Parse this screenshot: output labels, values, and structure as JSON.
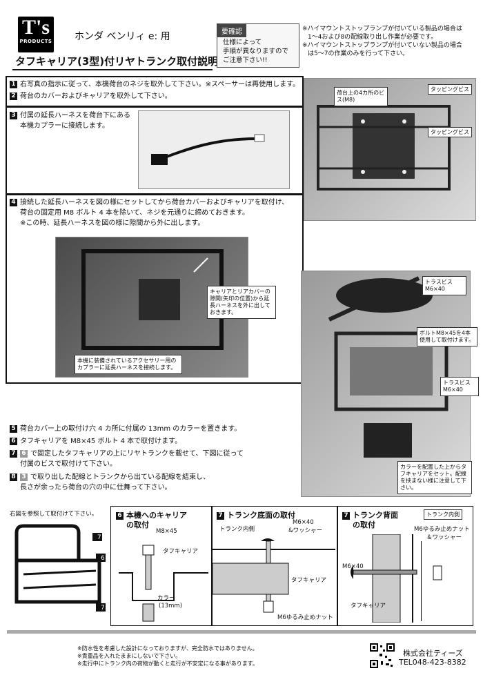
{
  "header": {
    "logo_top": "T's",
    "logo_bottom": "PRODUCTS",
    "model": "ホンダ ベンリィ e: 用",
    "title": "タフキャリア(3型)付リヤトランク取付説明書"
  },
  "notice": {
    "heading": "要確認",
    "line1": "仕様によって",
    "line2": "手順が異なりますので",
    "line3": "ご注意下さい!!"
  },
  "notes": {
    "note1a": "※ハイマウントストップランプが付いている製品の場合は",
    "note1b": "1～4および8の配線取り出し作業が必要です。",
    "note2a": "※ハイマウントストップランプが付いていない製品の場合",
    "note2b": "は5～7の作業のみを行って下さい。"
  },
  "steps": [
    {
      "num": "1",
      "text": "右写真の指示に従って、本機荷台のネジを取外して下さい。※スペーサーは再使用します。"
    },
    {
      "num": "2",
      "text": "荷台のカバーおよびキャリアを取外して下さい。"
    },
    {
      "num": "3",
      "text": "付属の延長ハーネスを荷台下にある",
      "text2": "本機カプラーに接続します。"
    },
    {
      "num": "4",
      "text": "接続した延長ハーネスを図の様にセットしてから荷台カバーおよびキャリアを取付け、",
      "text2": "荷台の固定用 M8 ボルト 4 本を除いて、ネジを元通りに締めておきます。",
      "text3": "※この時、延長ハーネスを図の様に隙間から外に出します。"
    },
    {
      "num": "5",
      "text": "荷台カバー上の取付け穴 4 カ所に付属の 13mm のカラーを置きます。"
    },
    {
      "num": "6",
      "text": "タフキャリアを M8×45 ボルト 4 本で取付けます。"
    },
    {
      "num": "7",
      "ref": "6",
      "text": "で固定したタフキャリアの上にリヤトランクを載せて、下図に従って",
      "text2": "付属のビスで取付けて下さい。"
    },
    {
      "num": "8",
      "ref": "3",
      "text": "で取り出した配線とトランクから出ている配線を結束し、",
      "text2": "長さが余ったら荷台の穴の中に仕舞って下さい。"
    }
  ],
  "photo1": {
    "label_screws": "荷台上の4カ所のビス(M8)",
    "label_tap1": "タッピングビス",
    "label_tap2": "タッピングビス"
  },
  "photo4": {
    "callout_gap": "キャリアとリアカバーの隙間(矢印の位置)から延長ハーネスを外に出しておきます。",
    "callout_coupler": "本機に装備されているアクセサリー用のカプラーに延長ハーネスを接続します。"
  },
  "photo_right": {
    "truss1": "トラスビス M6×40",
    "bolt": "ボルトM8×45を4本使用して取付けます。",
    "truss2": "トラスビス M6×40",
    "collar_note": "カラーを配置した上からタフキャリアをセット。配線を挟まない様に注意して下さい。"
  },
  "diagrams": {
    "left_caption": "右図を参照して取付けて下さい。",
    "d6_title": "本機へのキャリア",
    "d6_title2": "の取付",
    "d6_bolt": "M8×45",
    "d6_carrier": "タフキャリア",
    "d6_collar": "カラー",
    "d6_collar_size": "(13mm)",
    "d7a_title": "トランク底面の取付",
    "d7a_inside": "トランク内側",
    "d7a_screw": "M6×40",
    "d7a_washer": "&ワッシャー",
    "d7a_carrier": "タフキャリア",
    "d7a_nut": "M6ゆるみ止めナット",
    "d7b_title": "トランク背面",
    "d7b_title2": "の取付",
    "d7b_screw": "M6×40",
    "d7b_carrier": "タフキャリア",
    "d7b_inside": "トランク内側",
    "d7b_nut": "M6ゆるみ止めナット",
    "d7b_washer": "＆ワッシャー"
  },
  "footer": {
    "note1": "※防水性を考慮した設計になっておりますが、完全防水ではありません。",
    "note2": "※貴重品を入れたままにしないで下さい。",
    "note3": "※走行中にトランク内の荷物が動くと走行が不安定になる事があります。",
    "company": "株式会社ティーズ",
    "tel": "TEL048-423-8382"
  }
}
